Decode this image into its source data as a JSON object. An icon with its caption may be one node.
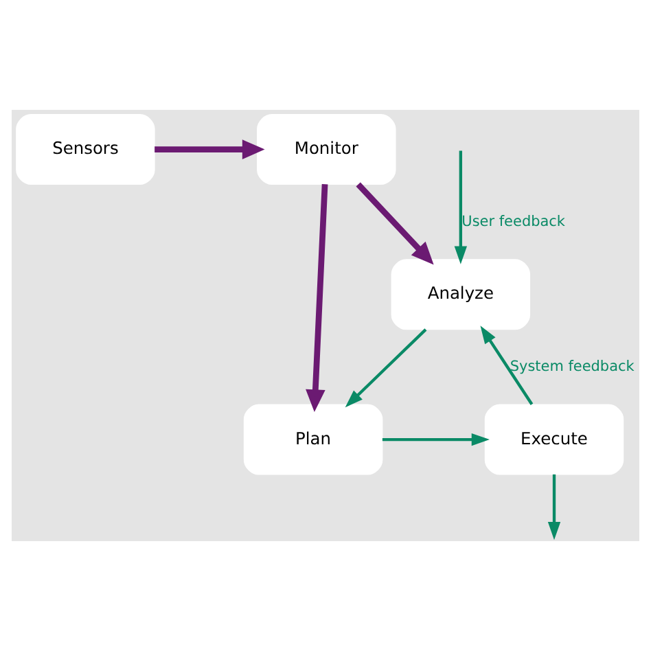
{
  "diagram": {
    "nodes": [
      {
        "text": [
          "Analyze"
        ]
      },
      {
        "text": [
          "Plan"
        ]
      },
      {
        "text": [
          "Execute"
        ]
      },
      {
        "text": [
          "Monitor"
        ]
      },
      {
        "text": [
          "Sensors"
        ]
      }
    ],
    "edges": [
      {
        "from": null,
        "to": 0,
        "arrow": "to",
        "label": "User feedback"
      },
      {
        "from": 2,
        "to": 0,
        "arrow": "to",
        "label": "System feedback"
      },
      {
        "from": 0,
        "to": 1,
        "arrow": "to"
      },
      {
        "from": 1,
        "to": 2,
        "arrow": "to"
      },
      {
        "from": 2,
        "to": null,
        "arrow": "to"
      },
      {
        "from": 4,
        "to": 3,
        "arrow": "to",
        "style": "thick",
        "color": "#6b1a72"
      },
      {
        "from": 3,
        "to": 0,
        "arrow": "to",
        "style": "thick",
        "color": "#6b1a72"
      },
      {
        "from": 3,
        "to": 1,
        "arrow": "to",
        "style": "thick",
        "color": "#6b1a72"
      }
    ]
  }
}
